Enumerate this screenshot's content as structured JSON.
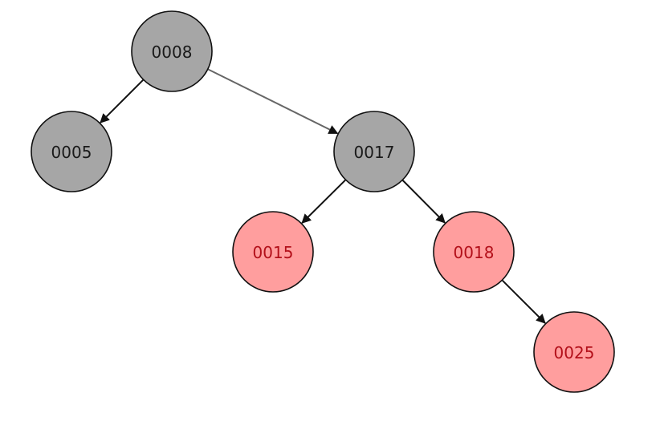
{
  "colors": {
    "black_fill": "#a6a6a6",
    "black_text": "#1a1a1a",
    "red_fill": "#ff9e9e",
    "red_stroke": "#b3101a",
    "red_text": "#b3101a",
    "edge": "#111111",
    "edge_light": "#666666"
  },
  "nodes": [
    {
      "id": "n8",
      "label": "0008",
      "color": "black"
    },
    {
      "id": "n5",
      "label": "0005",
      "color": "black"
    },
    {
      "id": "n17",
      "label": "0017",
      "color": "black"
    },
    {
      "id": "n15",
      "label": "0015",
      "color": "red"
    },
    {
      "id": "n18",
      "label": "0018",
      "color": "red"
    },
    {
      "id": "n25",
      "label": "0025",
      "color": "red"
    }
  ],
  "edges": [
    {
      "from": "n8",
      "to": "n5",
      "style": "dark"
    },
    {
      "from": "n8",
      "to": "n17",
      "style": "light"
    },
    {
      "from": "n17",
      "to": "n15",
      "style": "dark"
    },
    {
      "from": "n17",
      "to": "n18",
      "style": "dark"
    },
    {
      "from": "n18",
      "to": "n25",
      "style": "dark"
    }
  ]
}
